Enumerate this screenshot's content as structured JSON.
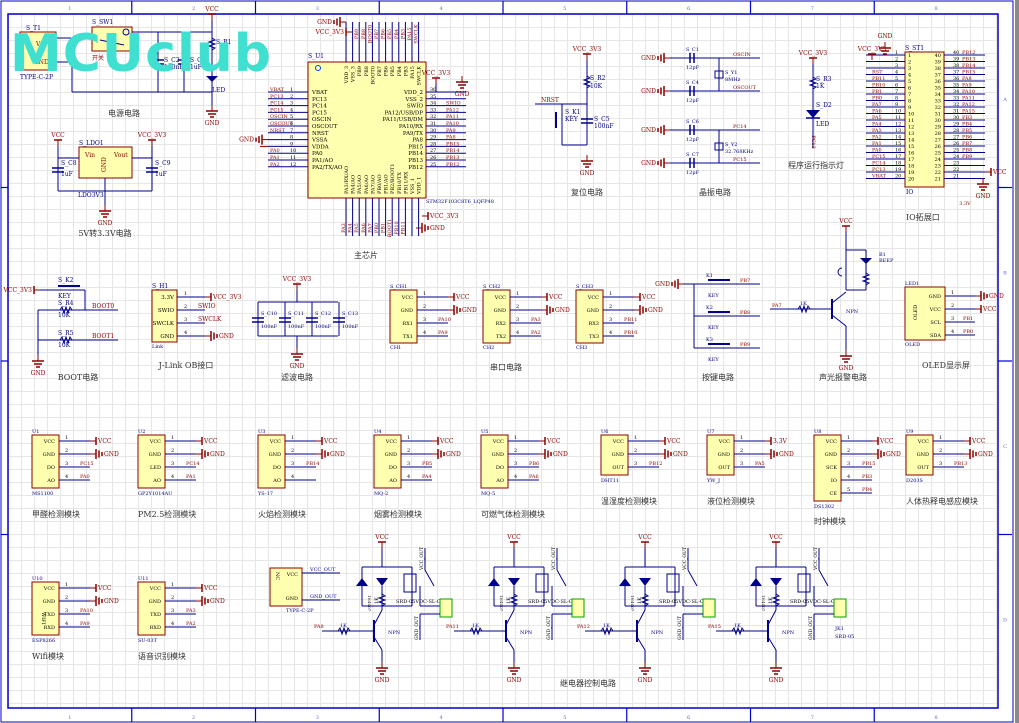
{
  "watermark": "MCUclub",
  "border": {
    "columns": [
      "1",
      "2",
      "3",
      "4",
      "5",
      "6",
      "7",
      "8"
    ],
    "rows": [
      "A",
      "B",
      "C",
      "D"
    ]
  },
  "colors": {
    "wire": "#00008b",
    "border": "#0000cc",
    "part_fill": "#ffffb0",
    "part_stroke": "#8b0000",
    "power": "#8b0000",
    "designator": "#000080",
    "netlabel": "#8b0000",
    "connector": "#00a000",
    "watermark": "#40e0d0"
  },
  "blocks": {
    "power": {
      "title": "电源电路",
      "parts": [
        "S_T1",
        "S_SW1",
        "S_C2",
        "S_C3",
        "S_R1",
        "S_D1"
      ],
      "labels": {
        "c2": "100nF",
        "c3": "1uF",
        "switch": "开关",
        "typec": "TYPE-C-2P",
        "vcc": "VCC",
        "gnd": "GND",
        "led": "LED"
      }
    },
    "ldo": {
      "title": "5V转3.3V电路",
      "designator": "S_LDO1",
      "model": "LDO3V3",
      "pins": [
        "Vin",
        "Vout",
        "GND"
      ],
      "c8": "S_C8",
      "c8_val": "1uF",
      "c9": "S_C9",
      "c9_val": "1uF",
      "vin": "VCC",
      "vout": "VCC_3V3",
      "gnd": "GND"
    },
    "mcu": {
      "title": "主芯片",
      "designator": "S_U1",
      "model": "STM32F103C8T6_LQFP48",
      "left_pins": [
        {
          "n": "1",
          "name": "VBAT",
          "net": "VBAT"
        },
        {
          "n": "2",
          "name": "PC13",
          "net": "PC13"
        },
        {
          "n": "3",
          "name": "PC14",
          "net": "PC14"
        },
        {
          "n": "4",
          "name": "PC15",
          "net": "PC15"
        },
        {
          "n": "5",
          "name": "OSCIN",
          "net": "OSCIN"
        },
        {
          "n": "6",
          "name": "OSCOUT",
          "net": "OSCOUT"
        },
        {
          "n": "7",
          "name": "NRST",
          "net": "NRST"
        },
        {
          "n": "8",
          "name": "VSSA",
          "net": "GND"
        },
        {
          "n": "9",
          "name": "VDDA",
          "net": "VCC_3V3"
        },
        {
          "n": "10",
          "name": "PA0",
          "net": "PA0"
        },
        {
          "n": "11",
          "name": "PA1/AO",
          "net": "PA1"
        },
        {
          "n": "12",
          "name": "PA2/TX/AO",
          "net": "PA2"
        }
      ],
      "right_pins": [
        {
          "n": "36",
          "name": "VDD_2",
          "net": "VCC_3V3"
        },
        {
          "n": "35",
          "name": "VSS_2",
          "net": "GND"
        },
        {
          "n": "34",
          "name": "SWIO",
          "net": "SWIO"
        },
        {
          "n": "33",
          "name": "PA12/USB/DP",
          "net": "PA12"
        },
        {
          "n": "32",
          "name": "PA11/USB/DM",
          "net": "PA11"
        },
        {
          "n": "31",
          "name": "PA10/RX",
          "net": "PA10"
        },
        {
          "n": "30",
          "name": "PA9/TX",
          "net": "PA9"
        },
        {
          "n": "29",
          "name": "PA8",
          "net": "PA8"
        },
        {
          "n": "28",
          "name": "PB15",
          "net": "PB15"
        },
        {
          "n": "27",
          "name": "PB14",
          "net": "PB14"
        },
        {
          "n": "26",
          "name": "PB13",
          "net": "PB13"
        },
        {
          "n": "25",
          "name": "PB12",
          "net": "PB12"
        }
      ],
      "top_pins": [
        "VDD_3",
        "VSS_3",
        "PB9",
        "PB8",
        "BOOT0",
        "PB7",
        "PB6",
        "PB5",
        "PB4",
        "PB3",
        "PA15",
        "SWCLK"
      ],
      "top_nets": [
        "",
        "",
        "PB9",
        "PB8",
        "BOOT0",
        "PB7",
        "PB6",
        "PB5",
        "PB4",
        "PB3",
        "PA15",
        "SWCLK"
      ],
      "bottom_pins": [
        "PA3/RX/AO",
        "PA4/AO",
        "PA5/AO",
        "PA6/AO",
        "PA7/AO",
        "PB0/AO",
        "PB1/AO",
        "PB2/BOOT1",
        "PB10/TX",
        "PB11/RX",
        "VSS_1",
        "VDD_1"
      ],
      "bottom_nets": [
        "PA3",
        "PA4",
        "PA5",
        "PA6",
        "PA7",
        "PB0",
        "PB1",
        "BOOT1",
        "PB10",
        "PB11",
        "",
        ""
      ],
      "gnd": "GND",
      "vcc": "VCC_3V3"
    },
    "reset": {
      "title": "复位电路",
      "r2": "S_R2",
      "r2_val": "10K",
      "k1": "S_K1",
      "k1_val": "KEY",
      "c5": "S_C5",
      "c5_val": "100nF",
      "net": "NRST",
      "vcc": "VCC_3V3",
      "gnd": "GND"
    },
    "crystal": {
      "title": "晶振电路",
      "caps": [
        {
          "d": "S_C1",
          "v": "12pF"
        },
        {
          "d": "S_C4",
          "v": "12pF"
        },
        {
          "d": "S_C6",
          "v": "12pF"
        },
        {
          "d": "S_C7",
          "v": "12pF"
        }
      ],
      "y1": "S_Y1",
      "y1_val": "8MHz",
      "y2": "S_Y2",
      "y2_val": "32.768KHz",
      "nets": [
        "OSCIN",
        "OSCOUT",
        "PC14",
        "PC15"
      ],
      "gnd": "GND"
    },
    "runled": {
      "title": "程序运行指示灯",
      "r3": "S_R3",
      "r3_val": "1K",
      "d2": "S_D2",
      "d2_val": "LED",
      "vcc": "VCC_3V3",
      "net": "PC13"
    },
    "io": {
      "title": "IO拓展口",
      "designator": "S_ST1",
      "model": "IO",
      "left_nets": [
        "VCC_3V3",
        "GND",
        "",
        "RST",
        "PB11",
        "PB10",
        "PB1",
        "PB0",
        "PA7",
        "PA6",
        "PA5",
        "PA4",
        "PA3",
        "PA2",
        "PA1",
        "PA0",
        "PC15",
        "PC14",
        "PC13",
        "VBAT"
      ],
      "right_nets": [
        "PB12",
        "PB13",
        "PB14",
        "PB15",
        "PA8",
        "PA9",
        "PA10",
        "PA11",
        "PA12",
        "PA15",
        "PB3",
        "PB4",
        "PB5",
        "PB6",
        "PB7",
        "PB8",
        "PB9",
        "",
        "VCC",
        "3.3V"
      ],
      "gnd": "GND",
      "vcc": "VCC",
      "v33": "3.3V"
    },
    "boot": {
      "title": "BOOT电路",
      "k2": "S_K2",
      "k2_val": "KEY",
      "r4": "S_R4",
      "r4_val": "10K",
      "r5": "S_R5",
      "r5_val": "10K",
      "net0": "BOOT0",
      "net1": "BOOT1",
      "vcc": "VCC_3V3",
      "gnd": "GND"
    },
    "jlink": {
      "title": "J-Link OB接口",
      "designator": "S_H1",
      "model": "Link",
      "pins": [
        "3.3V",
        "SWIO",
        "SWCLK",
        "GND"
      ],
      "nets": [
        "VCC_3V3",
        "SWIO",
        "SWCLK",
        "GND"
      ]
    },
    "filter": {
      "title": "滤波电路",
      "caps": [
        "S_C10",
        "S_C11",
        "S_C12",
        "S_C13"
      ],
      "val": "100nF",
      "vcc": "VCC_3V3",
      "gnd": "GND"
    },
    "uart": {
      "title": "串口电路",
      "modules": [
        {
          "d": "S_CH1",
          "m": "CH1",
          "pins": [
            "VCC",
            "GND",
            "RX1",
            "TX1"
          ],
          "nets": [
            "VCC",
            "GND",
            "PA10",
            "PA9"
          ]
        },
        {
          "d": "S_CH2",
          "m": "CH2",
          "pins": [
            "VCC",
            "GND",
            "RX2",
            "TX2"
          ],
          "nets": [
            "VCC",
            "GND",
            "PA3",
            "PA2"
          ]
        },
        {
          "d": "S_CH3",
          "m": "CH3",
          "pins": [
            "VCC",
            "GND",
            "RX3",
            "TX3"
          ],
          "nets": [
            "VCC",
            "GND",
            "PB11",
            "PB10"
          ]
        }
      ]
    },
    "keys": {
      "title": "按键电路",
      "keys": [
        {
          "d": "K1",
          "v": "KEY",
          "net": "PB7"
        },
        {
          "d": "K2",
          "v": "KEY",
          "net": "PB8"
        },
        {
          "d": "K3",
          "v": "KEY",
          "net": "PB9"
        }
      ],
      "gnd": "GND"
    },
    "alarm": {
      "title": "声光报警电路",
      "b1": "B1",
      "b1_val": "BEEP",
      "r": "1K",
      "q": "NPN",
      "net": "PA7",
      "vcc": "VCC",
      "gnd": "GND"
    },
    "oled": {
      "title": "OLED显示屏",
      "designator": "LED1",
      "model": "OLED",
      "body": "OLED",
      "pins": [
        "GND",
        "VCC",
        "SCL",
        "SDA"
      ],
      "nets": [
        "GND",
        "VCC",
        "PB1",
        "PB0"
      ]
    },
    "sensors": [
      {
        "d": "U1",
        "m": "MS1100",
        "title": "甲醛检测模块",
        "pins": [
          "VCC",
          "GND",
          "DO",
          "AO"
        ],
        "nets": [
          "VCC",
          "GND",
          "PC15",
          "PA0"
        ]
      },
      {
        "d": "U2",
        "m": "GP2Y1014AU",
        "title": "PM2.5检测模块",
        "pins": [
          "VCC",
          "GND",
          "LED",
          "AO"
        ],
        "nets": [
          "VCC",
          "GND",
          "PC14",
          "PA1"
        ]
      },
      {
        "d": "U3",
        "m": "YS-17",
        "title": "火焰检测模块",
        "pins": [
          "VCC",
          "GND",
          "DO",
          "AO"
        ],
        "nets": [
          "VCC",
          "GND",
          "PB14",
          ""
        ]
      },
      {
        "d": "U4",
        "m": "MQ-2",
        "title": "烟雾检测模块",
        "pins": [
          "VCC",
          "GND",
          "DO",
          "AO"
        ],
        "nets": [
          "VCC",
          "GND",
          "PB5",
          "PA4"
        ]
      },
      {
        "d": "U5",
        "m": "MQ-5",
        "title": "可燃气体检测模块",
        "pins": [
          "VCC",
          "GND",
          "DO",
          "AO"
        ],
        "nets": [
          "VCC",
          "GND",
          "PB6",
          "PA6"
        ]
      },
      {
        "d": "U6",
        "m": "DHT11",
        "title": "温湿度检测模块",
        "pins": [
          "VCC",
          "GND",
          "OUT"
        ],
        "nets": [
          "VCC",
          "GND",
          "PB12"
        ]
      },
      {
        "d": "U7",
        "m": "YW_J",
        "title": "液位检测模块",
        "pins": [
          "VCC",
          "GND",
          "OUT"
        ],
        "nets": [
          "3.3V",
          "GND",
          "PA5"
        ]
      },
      {
        "d": "U8",
        "m": "DS1302",
        "title": "时钟模块",
        "pins": [
          "VCC",
          "GND",
          "SCK",
          "IO",
          "CE"
        ],
        "nets": [
          "VCC",
          "GND",
          "PB15",
          "PB3",
          "PB4"
        ]
      },
      {
        "d": "U9",
        "m": "D203S",
        "title": "人体热释电感应模块",
        "pins": [
          "VCC",
          "GND",
          "OUT"
        ],
        "nets": [
          "VCC",
          "GND",
          "PB13"
        ]
      }
    ],
    "wifi": {
      "d": "U10",
      "m": "ESP8266",
      "body": "WIFI",
      "title": "Wifi模块",
      "pins": [
        "VCC",
        "GND",
        "TXD",
        "RXD"
      ],
      "nets": [
        "VCC",
        "GND",
        "PA10",
        "PA9"
      ]
    },
    "voice": {
      "d": "U11",
      "m": "SU-03T",
      "title": "语音识别模块",
      "pins": [
        "VCC",
        "GND",
        "TXD",
        "RXD"
      ],
      "nets": [
        "VCC",
        "GND",
        "PA3",
        "PA2"
      ]
    },
    "typec_out": {
      "model": "TYPE-C-2P",
      "pins": [
        "VCC",
        "GND"
      ],
      "nets": [
        "VCC_OUT",
        "GND_OUT"
      ],
      "nc": "NC"
    },
    "relay": {
      "title": "继电器控制电路",
      "channels": [
        {
          "net": "PA8"
        },
        {
          "net": "PA11"
        },
        {
          "net": "PA12"
        },
        {
          "net": "PA15"
        }
      ],
      "relay_model": "SRD-05VDC-SL-C",
      "diode": "1N4007",
      "led": "LED",
      "r": "1K",
      "q": "NPN",
      "vcc": "VCC",
      "gnd": "GND",
      "vout": "VCC_OUT",
      "gout": "GND_OUT",
      "jk": "JK1",
      "jk_val": "SRD-05"
    }
  }
}
